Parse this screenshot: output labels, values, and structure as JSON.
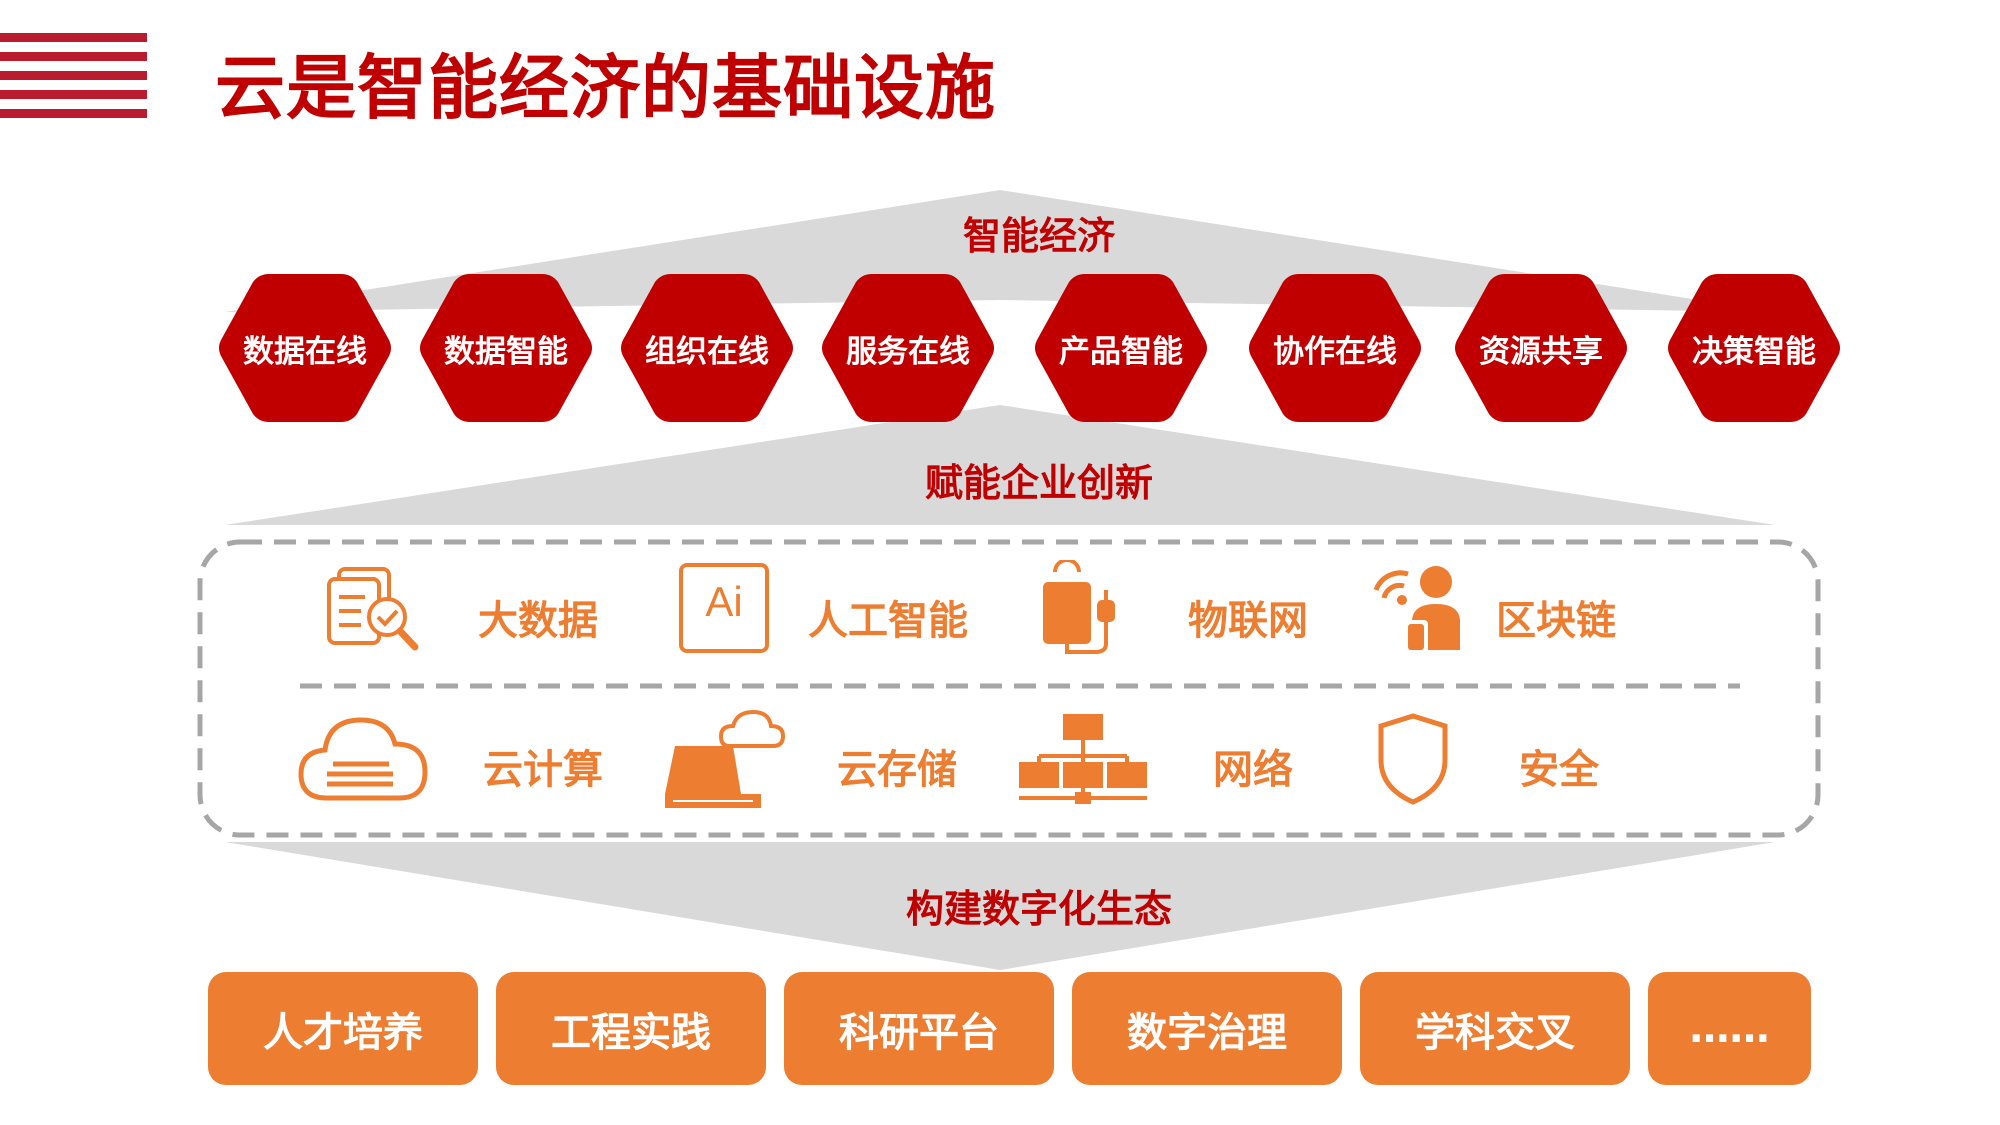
{
  "title": "云是智能经济的基础设施",
  "bands": {
    "top": "智能经济",
    "middle": "赋能企业创新",
    "bottom": "构建数字化生态"
  },
  "hexagons": [
    "数据在线",
    "数据智能",
    "组织在线",
    "服务在线",
    "产品智能",
    "协作在线",
    "资源共享",
    "决策智能"
  ],
  "capabilities": {
    "row1": [
      {
        "label": "大数据",
        "icon": "document-search-icon"
      },
      {
        "label": "人工智能",
        "icon": "ai-icon"
      },
      {
        "label": "物联网",
        "icon": "iot-device-icon"
      },
      {
        "label": "区块链",
        "icon": "blockchain-person-icon"
      }
    ],
    "row2": [
      {
        "label": "云计算",
        "icon": "cloud-icon"
      },
      {
        "label": "云存储",
        "icon": "cloud-storage-icon"
      },
      {
        "label": "网络",
        "icon": "network-icon"
      },
      {
        "label": "安全",
        "icon": "shield-icon"
      }
    ]
  },
  "ai_icon_text": "Ai",
  "ecosystem": [
    "人才培养",
    "工程实践",
    "科研平台",
    "数字治理",
    "学科交叉",
    "……"
  ],
  "colors": {
    "primary_red": "#c00000",
    "orange": "#ed7d31",
    "band_gray": "#d9d9d9",
    "stripe": "#b81c2e"
  }
}
